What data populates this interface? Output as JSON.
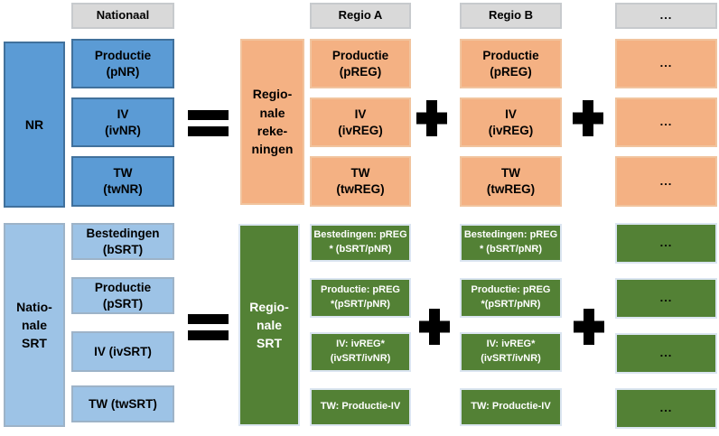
{
  "headers": {
    "national": "Nationaal",
    "regio_a": "Regio A",
    "regio_b": "Regio B",
    "more": "..."
  },
  "operators": {
    "equals": "=",
    "plus": "+"
  },
  "top": {
    "nr_label": "NR",
    "regional_label": "Regio-\nnale\nreke-\nningen",
    "national_boxes": [
      "Productie\n(pNR)",
      "IV\n(ivNR)",
      "TW\n(twNR)"
    ],
    "regio_boxes": [
      "Productie\n(pREG)",
      "IV\n(ivREG)",
      "TW\n(twREG)"
    ],
    "more_boxes": [
      "...",
      "...",
      "..."
    ]
  },
  "bottom": {
    "national_label": "Natio-\nnale\nSRT",
    "regional_label": "Regio-\nnale\nSRT",
    "national_boxes": [
      "Bestedingen\n(bSRT)",
      "Productie\n(pSRT)",
      "IV (ivSRT)",
      "TW (twSRT)"
    ],
    "formula_boxes": [
      "Bestedingen: pREG\n* (bSRT/pNR)",
      "Productie: pREG\n*(pSRT/pNR)",
      "IV: ivREG*\n(ivSRT/ivNR)",
      "TW: Productie-IV"
    ],
    "more_boxes": [
      "...",
      "...",
      "...",
      "..."
    ]
  },
  "colors": {
    "national_dark_blue": "#5b9bd5",
    "national_dark_blue_border": "#41719c",
    "national_light_blue": "#9dc3e6",
    "regional_orange": "#f4b183",
    "regional_green": "#538135",
    "header_gray": "#d9d9d9",
    "operator_black": "#000000",
    "background": "#ffffff"
  }
}
